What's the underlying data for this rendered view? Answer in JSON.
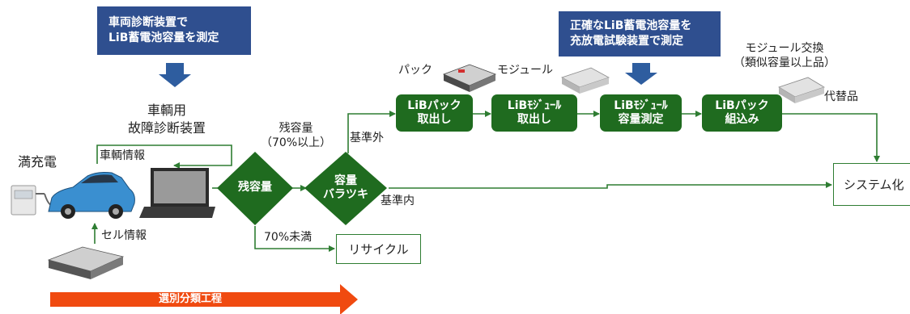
{
  "callouts": {
    "vehicle_diag": [
      "車両診断装置で",
      "LiB蓄電池容量を測定"
    ],
    "charger_test": [
      "正確なLiB蓄電池容量を",
      "充放電試験装置で測定"
    ]
  },
  "labels": {
    "vehicle_device": [
      "車輌用",
      "故障診断装置"
    ],
    "full_charge": "満充電",
    "vehicle_info": "車輌情報",
    "cell_info": "セル情報",
    "remaining_capacity_note": [
      "残容量",
      "（70%以上）"
    ],
    "out_of_standard": "基準外",
    "within_standard": "基準内",
    "below_70": "70%未満",
    "pack": "パック",
    "module": "モジュール",
    "module_exchange": [
      "モジュール交換",
      "（類似容量以上品）"
    ],
    "replacement": "代替品"
  },
  "diamonds": {
    "remaining_capacity": "残容量",
    "capacity_variation": [
      "容量",
      "バラツキ"
    ]
  },
  "steps": [
    [
      "LiBパック",
      "取出し"
    ],
    [
      "LiBﾓｼﾞｭｰﾙ",
      "取出し"
    ],
    [
      "LiBﾓｼﾞｭｰﾙ",
      "容量測定"
    ],
    [
      "LiBパック",
      "組込み"
    ]
  ],
  "outputs": {
    "recycle": "リサイクル",
    "system": "システム化"
  },
  "bottom_arrow": "選別分類工程",
  "colors": {
    "green": "#1f6b1f",
    "navy": "#2f4f8f",
    "arrow_blue": "#2e5d9f",
    "orange": "#f04a10"
  }
}
